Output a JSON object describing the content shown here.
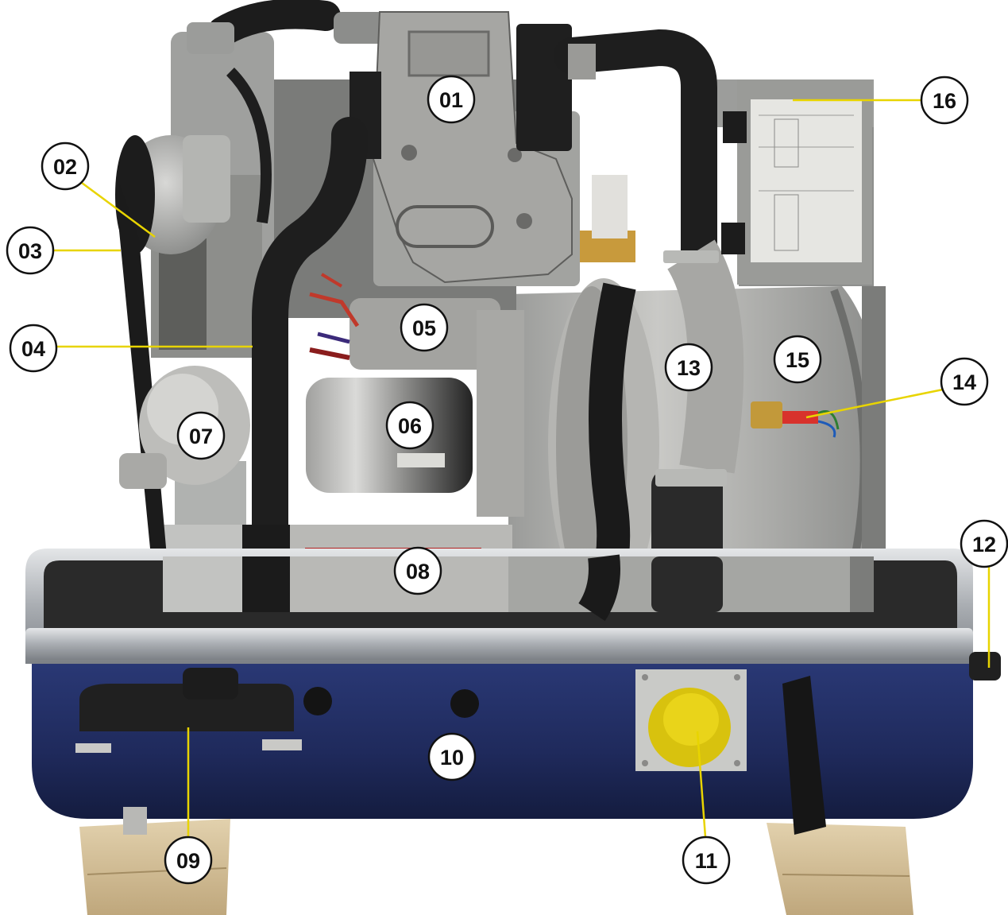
{
  "diagram": {
    "callouts": [
      {
        "id": "c01",
        "label": "01"
      },
      {
        "id": "c02",
        "label": "02"
      },
      {
        "id": "c03",
        "label": "03"
      },
      {
        "id": "c04",
        "label": "04"
      },
      {
        "id": "c05",
        "label": "05"
      },
      {
        "id": "c06",
        "label": "06"
      },
      {
        "id": "c07",
        "label": "07"
      },
      {
        "id": "c08",
        "label": "08"
      },
      {
        "id": "c09",
        "label": "09"
      },
      {
        "id": "c10",
        "label": "10"
      },
      {
        "id": "c11",
        "label": "11"
      },
      {
        "id": "c12",
        "label": "12"
      },
      {
        "id": "c13",
        "label": "13"
      },
      {
        "id": "c14",
        "label": "14"
      },
      {
        "id": "c15",
        "label": "15"
      },
      {
        "id": "c16",
        "label": "16"
      }
    ],
    "colors": {
      "housing_blue": "#1f2a5c",
      "frame_silver": "#b8bcc0",
      "casting_grey": "#a9a9a6",
      "hose_black": "#1c1c1c",
      "leader_yellow": "#e8d400",
      "plug_yellow": "#e6cf10",
      "wood": "#d8c6a4"
    }
  }
}
